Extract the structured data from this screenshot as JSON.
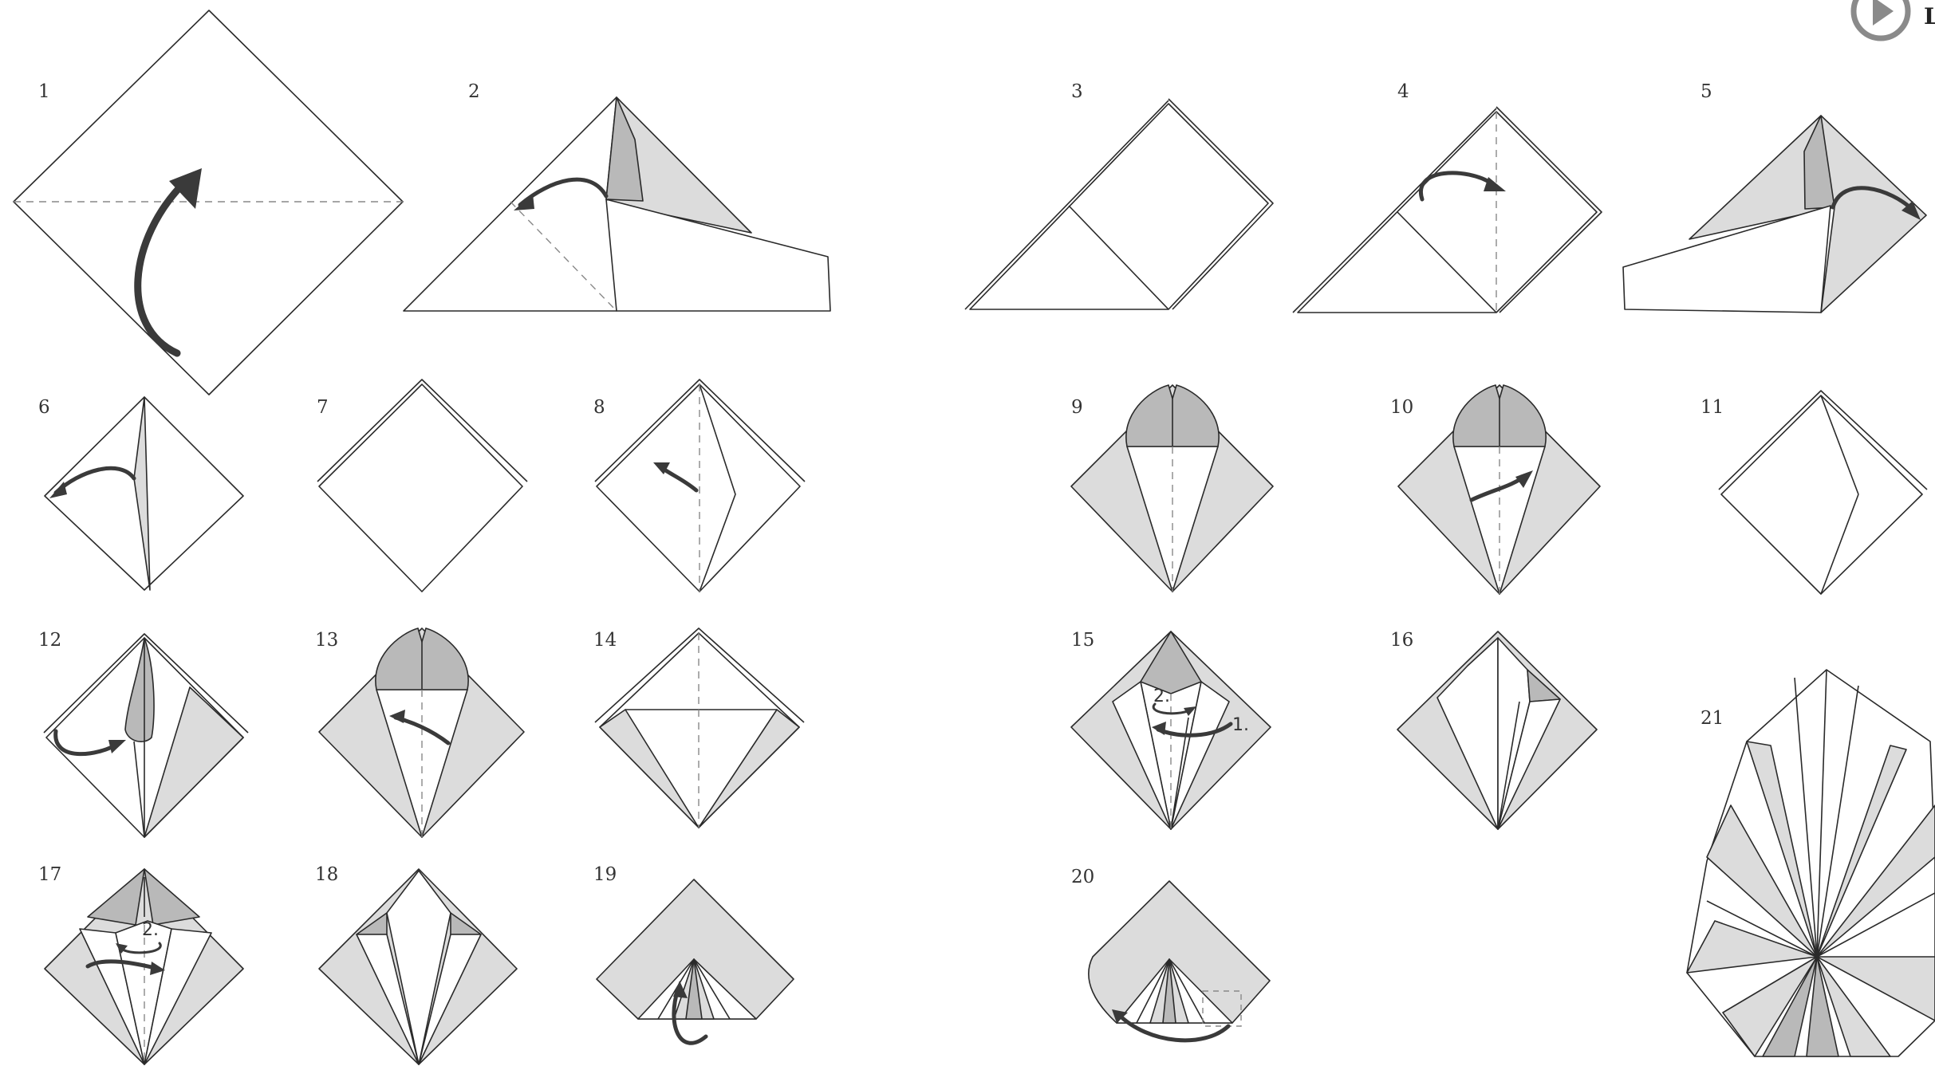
{
  "steps": [
    {
      "number": "1"
    },
    {
      "number": "2"
    },
    {
      "number": "3"
    },
    {
      "number": "4"
    },
    {
      "number": "5"
    },
    {
      "number": "6"
    },
    {
      "number": "7"
    },
    {
      "number": "8"
    },
    {
      "number": "9"
    },
    {
      "number": "10"
    },
    {
      "number": "11"
    },
    {
      "number": "12"
    },
    {
      "number": "13"
    },
    {
      "number": "14"
    },
    {
      "number": "15"
    },
    {
      "number": "16"
    },
    {
      "number": "17"
    },
    {
      "number": "18"
    },
    {
      "number": "19"
    },
    {
      "number": "20"
    },
    {
      "number": "21"
    }
  ],
  "substeps": {
    "step15_first": "1.",
    "step15_second": "2.",
    "step17_second": "2."
  },
  "play_button": {
    "icon": "play-icon",
    "label": "L"
  },
  "colors": {
    "paper_white": "#ffffff",
    "paper_gray": "#dcdcdc",
    "paper_dark": "#b9b9b9",
    "line": "#2a2a2a",
    "arrow": "#3a3a3a"
  }
}
